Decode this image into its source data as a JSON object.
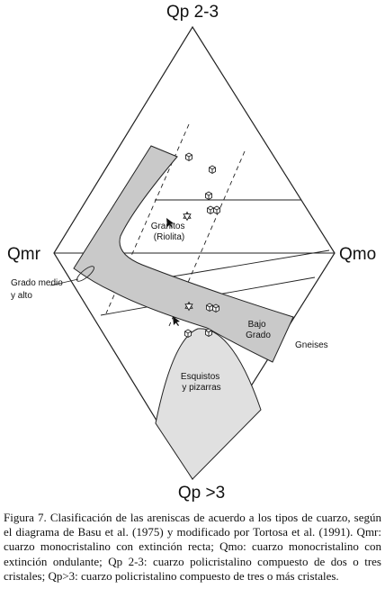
{
  "figure": {
    "vertices": {
      "top": "Qp 2-3",
      "left": "Qmr",
      "right": "Qmo",
      "bottom": "Qp >3"
    },
    "fields": {
      "granitos": [
        "Granitos",
        "(Riolita)"
      ],
      "grado_medio": [
        "Grado medio",
        "y alto"
      ],
      "bajo_grado": [
        "Bajo",
        "Grado"
      ],
      "gneises": "Gneises",
      "esquistos": [
        "Esquistos",
        "y pizarras"
      ]
    },
    "colors": {
      "band_fill": "#c9c9c9",
      "dome_fill": "#e0e0e0",
      "stroke": "#222222"
    }
  },
  "caption": "Figura 7. Clasificación de las areniscas de acuerdo a los tipos de cuarzo, según el diagrama de Basu et al. (1975) y modificado por Tortosa et al. (1991). Qmr: cuarzo monocristalino con extinción recta; Qmo: cuarzo monocristalino con extinción ondulante; Qp 2-3: cuarzo policristalino compuesto de dos o tres cristales; Qp>3: cuarzo policristalino compuesto de tres o más cristales."
}
